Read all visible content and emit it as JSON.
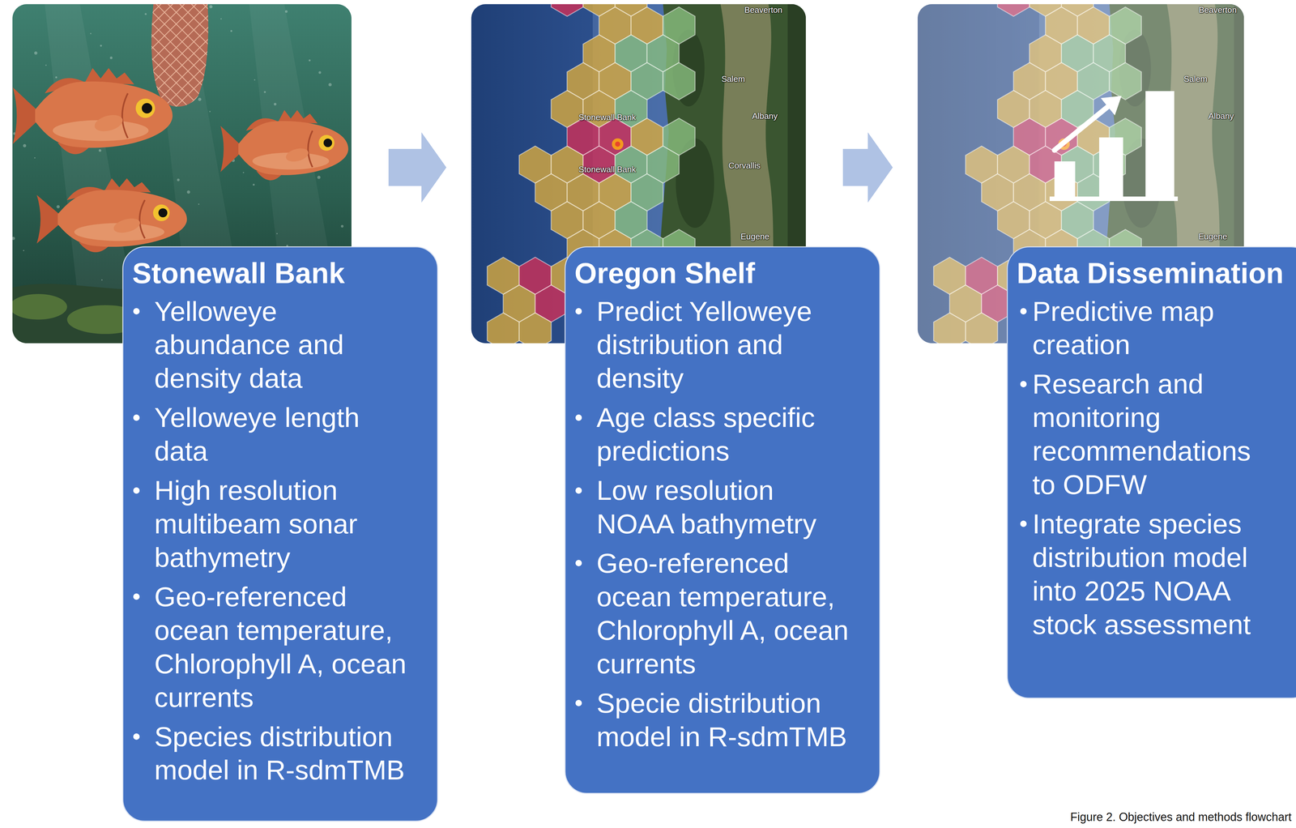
{
  "diagram": {
    "caption": "Figure 2. Objectives and methods flowchart",
    "nodes": [
      {
        "text": [
          "Stonewall Bank",
          "Yelloweye abundance and density data",
          "Yelloweye length data",
          "High resolution multibeam sonar bathymetry",
          "Geo-referenced ocean temperature, Chlorophyll A, ocean currents",
          "Species distribution model in R-sdmTMB"
        ]
      },
      {
        "text": [
          "Oregon Shelf",
          "Predict Yelloweye distribution and density",
          "Age class specific predictions",
          "Low resolution NOAA bathymetry",
          "Geo-referenced ocean temperature, Chlorophyll A, ocean currents",
          "Specie distribution model in R-sdmTMB"
        ]
      },
      {
        "text": [
          "Data Dissemination",
          "Predictive map creation",
          "Research and monitoring recommendations to ODFW",
          "Integrate species distribution model into 2025 NOAA stock assessment"
        ]
      }
    ],
    "edges": [
      {
        "from": 0,
        "to": 1,
        "arrow": "to"
      },
      {
        "from": 1,
        "to": 2,
        "arrow": "to"
      }
    ],
    "labels": [
      "Stonewall Bank",
      "Stonewall Bank",
      "Beaverton",
      "Salem",
      "Albany",
      "Corvallis",
      "Eugene",
      "Beaverton",
      "Salem",
      "Albany",
      "Eugene"
    ]
  }
}
